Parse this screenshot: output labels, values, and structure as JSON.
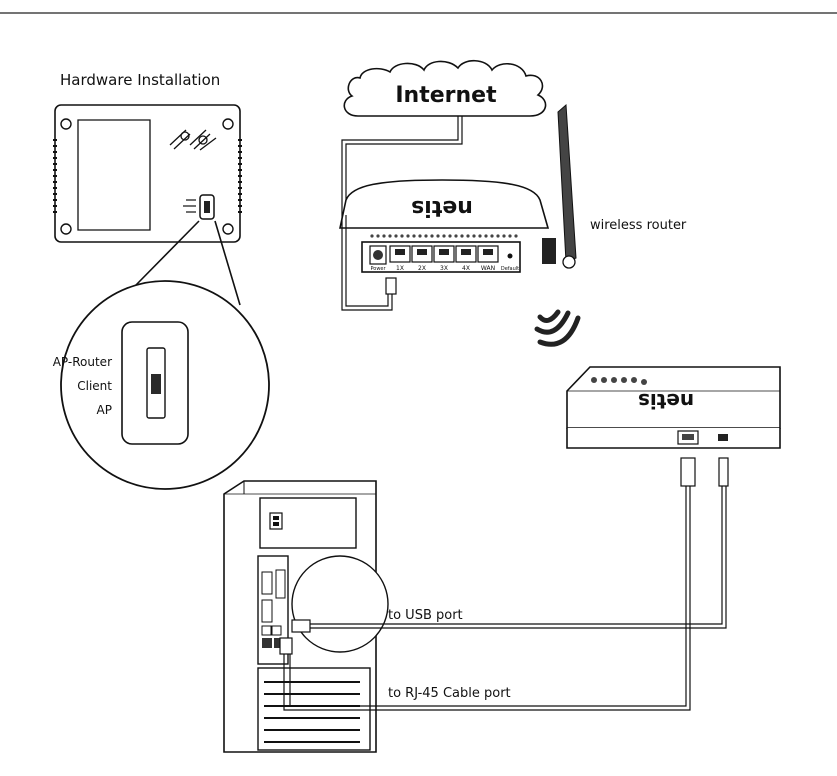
{
  "title": "Hardware Installation",
  "internet": "Internet",
  "router_label": "wireless router",
  "router_brand": "netis",
  "adapter_brand": "netis",
  "router_ports": [
    "1X",
    "2X",
    "3X",
    "4X",
    "WAN"
  ],
  "router_power": "Power",
  "router_reset": "Default",
  "switch_options": [
    "AP-Router",
    "Client",
    "AP"
  ],
  "usb_label": "to USB port",
  "rj45_label": "to RJ-45 Cable port"
}
